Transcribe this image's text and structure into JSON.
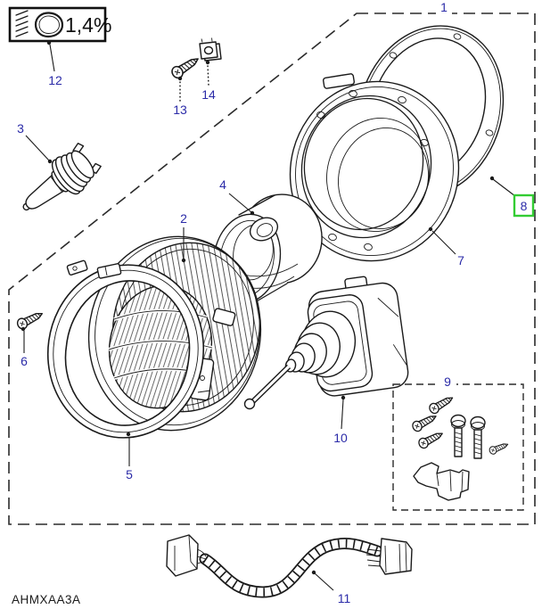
{
  "diagram": {
    "figure_code": "AHMXAA3A",
    "beam_label": "1,4%",
    "highlighted_callout": "8",
    "callout_numbers": [
      "1",
      "2",
      "3",
      "4",
      "5",
      "6",
      "7",
      "8",
      "9",
      "10",
      "11",
      "12",
      "13",
      "14"
    ],
    "colors": {
      "callout_text": "#2b2ba8",
      "highlight_box": "#33cc33",
      "line_art": "#1a1a1a",
      "background": "#ffffff"
    }
  }
}
